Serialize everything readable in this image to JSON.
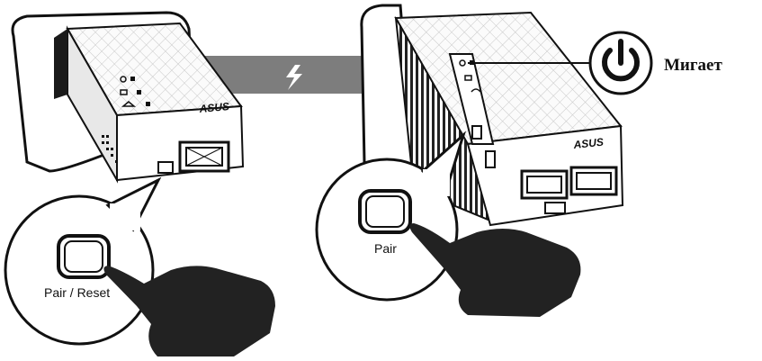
{
  "adapter_left": {
    "brand": "ASUS",
    "callout_label": "Pair / Reset"
  },
  "adapter_right": {
    "brand": "ASUS",
    "callout_label": "Pair"
  },
  "status": {
    "blink_label": "Мигает"
  },
  "icons": {
    "power": "power-icon",
    "lightning": "lightning-icon",
    "hand": "hand-icon",
    "button": "pair-button-icon"
  }
}
